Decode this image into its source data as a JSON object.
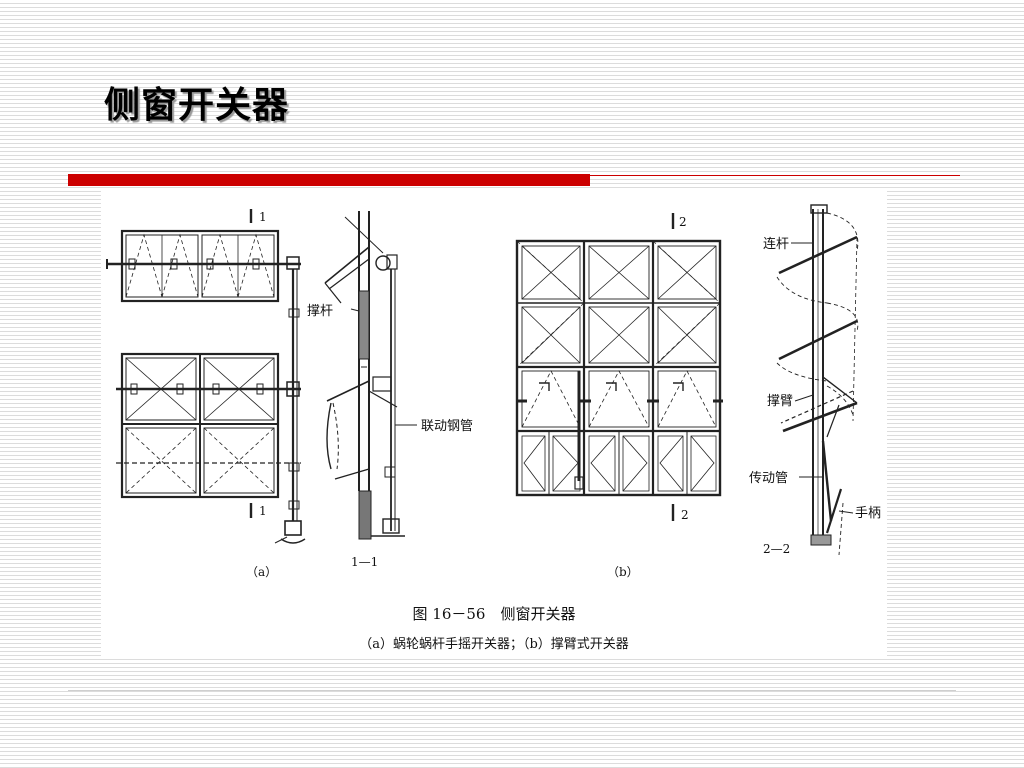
{
  "slide": {
    "title": "侧窗开关器"
  },
  "figure": {
    "caption_main": "图 16－56　侧窗开关器",
    "caption_sub": "（a）蜗轮蜗杆手摇开关器；（b）撑臂式开关器",
    "panel_a": {
      "label": "（a）",
      "section_mark": "1",
      "section_label": "1—1",
      "callouts": {
        "strut": "撑杆",
        "linked_pipe": "联动钢管"
      }
    },
    "panel_b": {
      "label": "（b）",
      "section_mark": "2",
      "section_label": "2—2",
      "callouts": {
        "link_rod": "连杆",
        "arm": "撑臂",
        "drive_pipe": "传动管",
        "handle": "手柄"
      }
    }
  }
}
